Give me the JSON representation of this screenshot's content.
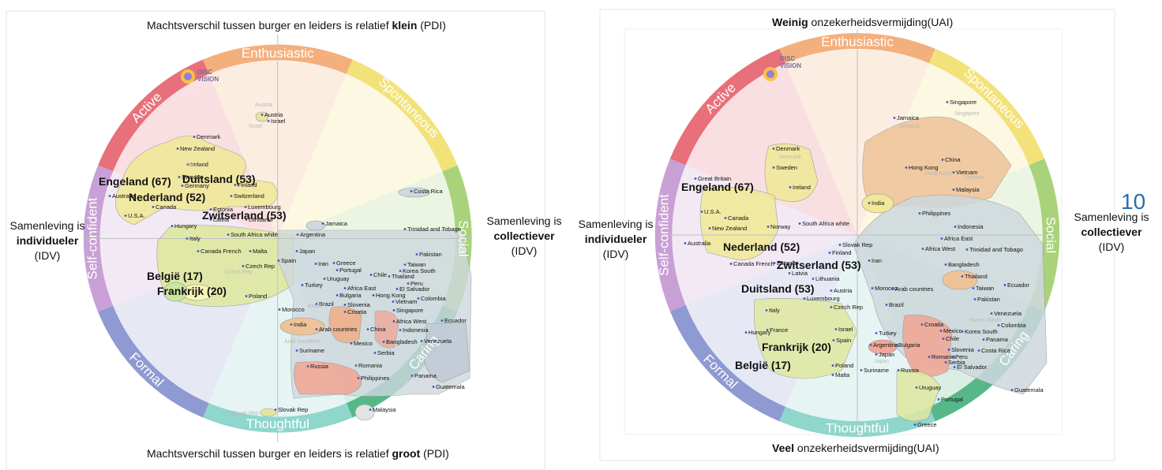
{
  "left": {
    "top_caption": {
      "pre": "Machtsverschil tussen burger en leiders is relatief ",
      "bold": "klein",
      "post": " (PDI)"
    },
    "bottom_caption": {
      "pre": "Machtsverschil tussen burger en leiders is relatief ",
      "bold": "groot",
      "post": " (PDI)"
    },
    "left_side": {
      "line1": "Samenleving is",
      "line2": "individueler",
      "line3": "(IDV)"
    },
    "right_side": {
      "line1": "Samenleving is",
      "line2": "collectiever",
      "line3": "(IDV)"
    },
    "highlights": [
      "Engeland (67)",
      "Duitsland (53)",
      "Nederland (52)",
      "Zwitserland (53)",
      "België (17)",
      "Frankrijk (20)"
    ],
    "countries": [
      "Austria",
      "Israel",
      "Denmark",
      "New Zealand",
      "Ireland",
      "Sweden",
      "Germany",
      "Finland",
      "Switzerland",
      "Australia",
      "Canada",
      "U.S.A.",
      "Luxembourg",
      "Estonia",
      "Lithuania",
      "Latvia",
      "Hungary",
      "Italy",
      "South Africa white",
      "Argentina",
      "Jamaica",
      "Costa Rica",
      "Trinidad and Tobago",
      "Canada French",
      "Malta",
      "Czech Rep",
      "Spain",
      "Japan",
      "Iran",
      "Greece",
      "Portugal",
      "Uruguay",
      "Turkey",
      "Africa East",
      "Chile",
      "Bulgaria",
      "Hong Kong",
      "Thailand",
      "Peru",
      "El Salvador",
      "Korea South",
      "Taiwan",
      "Pakistan",
      "Poland",
      "Brazil",
      "Slovenia",
      "Vietnam",
      "Colombia",
      "Singapore",
      "Morocco",
      "Croatia",
      "India",
      "Arab countries",
      "China",
      "Africa West",
      "Indonesia",
      "Ecuador",
      "Mexico",
      "Bangladesh",
      "Venezuela",
      "Serbia",
      "Suriname",
      "Russia",
      "Romania",
      "Philippines",
      "Panama",
      "Guatemala",
      "Malaysia",
      "Slovak Rep"
    ],
    "ghost_labels": [
      "Austria",
      "Israel",
      "Ireland",
      "Czech Rep",
      "Brazil",
      "Arab countries",
      "Slovak Rep"
    ]
  },
  "right": {
    "top_caption": {
      "bold": "Weinig",
      "post": " onzekerheidsvermijding(UAI)"
    },
    "bottom_caption": {
      "bold": "Veel",
      "post": " onzekerheidsvermijding(UAI)"
    },
    "left_side": {
      "line1": "Samenleving is",
      "line2": "individueler",
      "line3": "(IDV)"
    },
    "right_side": {
      "line1": "Samenleving is",
      "line2": "collectiever",
      "line3": "(IDV)"
    },
    "highlights": [
      "Engeland (67)",
      "Nederland (52)",
      "Zwitserland (53)",
      "Duitsland (53)",
      "Frankrijk (20)",
      "België (17)"
    ],
    "countries": [
      "Singapore",
      "Jamaica",
      "Denmark",
      "Sweden",
      "Ireland",
      "China",
      "Hong Kong",
      "Vietnam",
      "Malaysia",
      "India",
      "Great Britain",
      "U.S.A.",
      "Canada",
      "New Zealand",
      "Norway",
      "South Africa white",
      "Australia",
      "Philippines",
      "Indonesia",
      "Africa East",
      "Africa West",
      "Trinidad and Tobago",
      "Slovak Rep",
      "Finland",
      "Estonia",
      "Iran",
      "Canada French",
      "Bangladesh",
      "Thailand",
      "Taiwan",
      "Ecuador",
      "Latvia",
      "Lithuania",
      "Austria",
      "Morocco",
      "Arab countries",
      "Pakistan",
      "Luxembourg",
      "Czech Rep",
      "Venezuela",
      "Brazil",
      "Italy",
      "Colombia",
      "Hungary",
      "Croatia",
      "Mexico",
      "Korea South",
      "France",
      "Israel",
      "Chile",
      "Turkey",
      "Panama",
      "Argentina",
      "Spain",
      "Bulgaria",
      "Costa Rica",
      "Slovenia",
      "Japan",
      "Romania",
      "Peru",
      "Serbia",
      "El Salvador",
      "Poland",
      "Suriname",
      "Russia",
      "Malta",
      "Guatemala",
      "Uruguay",
      "Portugal",
      "Greece"
    ],
    "ghost_labels": [
      "Jamaica",
      "Singapore",
      "Denmark",
      "Hong Kong",
      "Vietnam",
      "Japan",
      "Korea South"
    ],
    "page_number": "10"
  },
  "ring_labels": [
    "Enthusiastic",
    "Spontaneous",
    "Social",
    "Caring",
    "Thoughtful",
    "Formal",
    "Self-confident",
    "Active"
  ],
  "logo": {
    "line1": "DISC",
    "line2": "VISION"
  },
  "colors": {
    "active": "#e8707a",
    "enthusiastic": "#f4b07c",
    "spontaneous": "#f3e27a",
    "social": "#a9d37a",
    "caring": "#56b889",
    "thoughtful": "#8fd6cc",
    "formal": "#8f99d2",
    "selfconfident": "#c9a0d6",
    "axis": "#bfbfbf"
  }
}
